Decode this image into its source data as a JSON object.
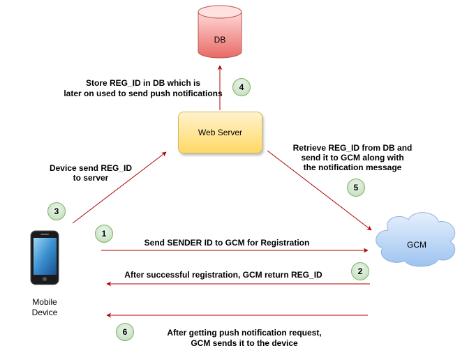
{
  "nodes": {
    "db": "DB",
    "web_server": "Web Server",
    "gcm": "GCM",
    "mobile_device_line1": "Mobile",
    "mobile_device_line2": "Device"
  },
  "steps": [
    "1",
    "2",
    "3",
    "4",
    "5",
    "6"
  ],
  "labels": {
    "store_line1": "Store REG_ID in DB which is",
    "store_line2": "later on used to send push notifications",
    "retrieve_line1": "Retrieve REG_ID from DB and",
    "retrieve_line2": "send it to GCM along with",
    "retrieve_line3": "the notification message",
    "device_send_line1": "Device send REG_ID",
    "device_send_line2": "to server",
    "send_sender_id": "Send SENDER ID to GCM for Registration",
    "after_registration": "After successful registration, GCM return REG_ID",
    "push_line1": "After getting push notification request,",
    "push_line2": "GCM sends it to the device"
  },
  "colors": {
    "arrow": "#b20000",
    "db_fill": "#f8cecc",
    "db_stroke": "#b85450",
    "server_fill": "#fff2cc",
    "cloud_fill": "#dae8fc",
    "step_fill": "#d5e8d4"
  }
}
